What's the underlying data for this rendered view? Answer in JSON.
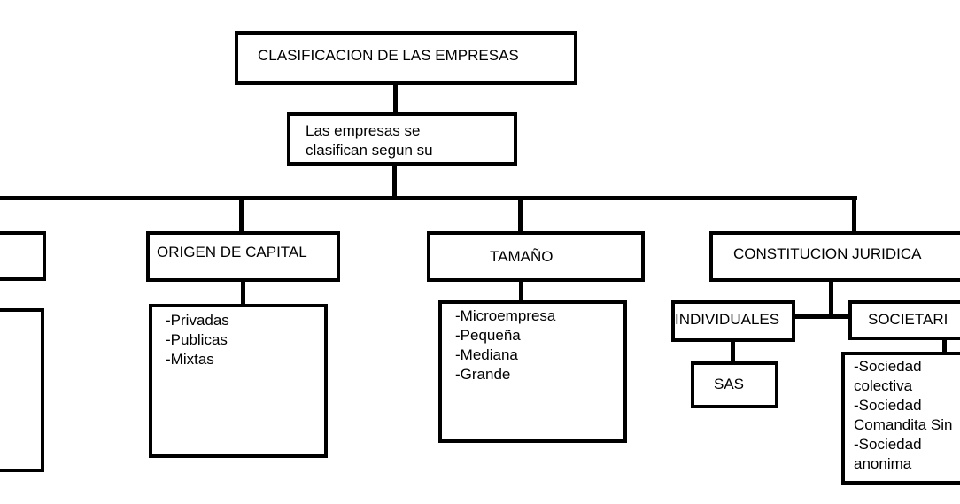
{
  "diagram": {
    "title": "CLASIFICACION DE LAS EMPRESAS",
    "intro": [
      "Las empresas se",
      "clasifican segun su"
    ],
    "categories": {
      "origen": {
        "label": "ORIGEN DE CAPITAL",
        "items": [
          "-Privadas",
          "-Publicas",
          "-Mixtas"
        ]
      },
      "tamano": {
        "label": "TAMAÑO",
        "items": [
          "-Microempresa",
          "-Pequeña",
          "-Mediana",
          "-Grande"
        ]
      },
      "constitucion": {
        "label": "CONSTITUCION JURIDICA",
        "individuales": {
          "label": "INDIVIDUALES",
          "items": [
            "SAS"
          ]
        },
        "societarias": {
          "label": "SOCIETARI",
          "items": [
            "-Sociedad",
            "colectiva",
            "-Sociedad",
            "Comandita Sin",
            "-Sociedad",
            "anonima"
          ]
        }
      }
    }
  }
}
